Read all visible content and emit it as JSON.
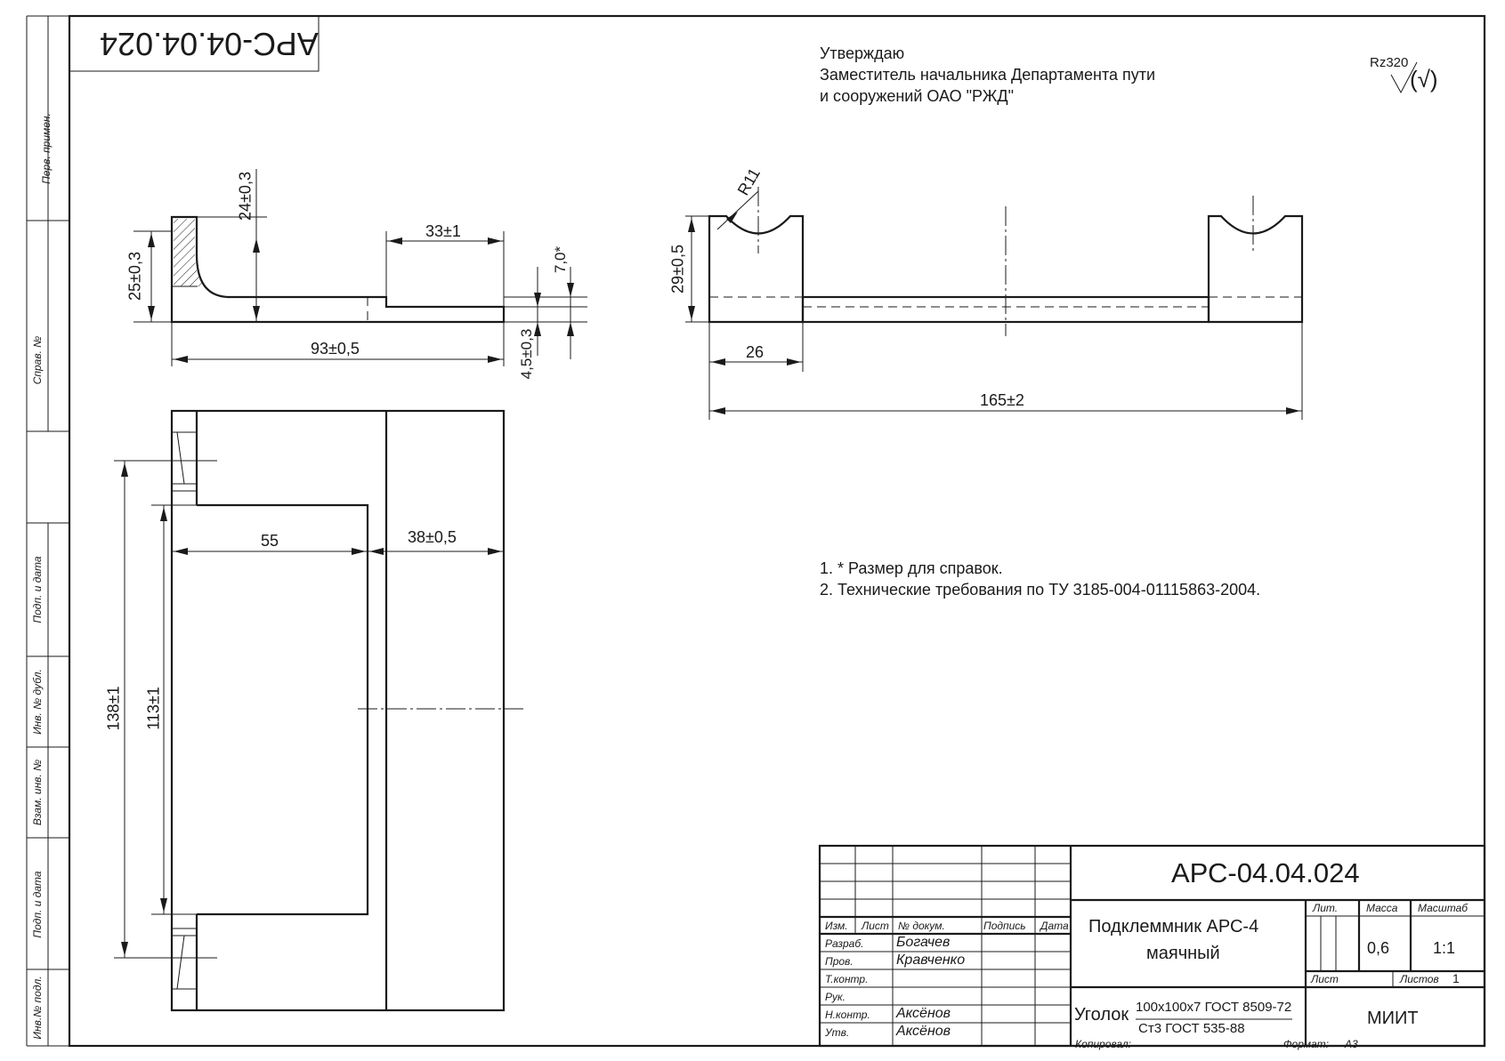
{
  "stamp": {
    "code_rotated": "АРС-04.04.024"
  },
  "approval": {
    "line1": "Утверждаю",
    "line2": "Заместитель начальника Департамента пути",
    "line3": "и сооружений ОАО \"РЖД\""
  },
  "roughness": {
    "label": "Rz320",
    "symbol": "(√)"
  },
  "side_labels": {
    "perv_primen": "Перв. примен.",
    "sprav_no": "Справ. №",
    "podp_data_1": "Подп. и дата",
    "inv_dubl": "Инв. № дубл.",
    "vzam_inv": "Взам. инв. №",
    "podp_data_2": "Подп. и дата",
    "inv_podl": "Инв.№ подл."
  },
  "dimensions": {
    "d24": "24±0,3",
    "d33": "33±1",
    "d7": "7,0*",
    "d25": "25±0,3",
    "d93": "93±0,5",
    "d45": "4,5±0,3",
    "r11": "R11",
    "d29": "29±0,5",
    "d26": "26",
    "d165": "165±2",
    "d55": "55",
    "d38": "38±0,5",
    "d138": "138±1",
    "d113": "113±1"
  },
  "notes": [
    "1. * Размер для справок.",
    "2. Технические требования по ТУ 3185-004-01115863-2004."
  ],
  "title_block": {
    "code": "АРС-04.04.024",
    "name_line1": "Подклеммник АРС-4",
    "name_line2": "маячный",
    "col_izm": "Изм.",
    "col_list": "Лист",
    "col_dokum": "№ докум.",
    "col_podpis": "Подпись",
    "col_data": "Дата",
    "razrab_label": "Разраб.",
    "razrab_name": "Богачев",
    "prov_label": "Пров.",
    "prov_name": "Кравченко",
    "tkontr_label": "Т.контр.",
    "ruk_label": "Рук.",
    "nkontr_label": "Н.контр.",
    "nkontr_name": "Аксёнов",
    "utv_label": "Утв.",
    "utv_name": "Аксёнов",
    "lit_label": "Лит.",
    "massa_label": "Масса",
    "masshtab_label": "Масштаб",
    "massa_value": "0,6",
    "masshtab_value": "1:1",
    "list_label": "Лист",
    "listov_label": "Листов",
    "listov_value": "1",
    "material_prefix": "Уголок",
    "material_top": "100х100х7 ГОСТ 8509-72",
    "material_bottom": "Ст3  ГОСТ 535-88",
    "org": "МИИТ",
    "kopiroval": "Копировал:",
    "format_label": "Формат:",
    "format_value": "А3"
  }
}
